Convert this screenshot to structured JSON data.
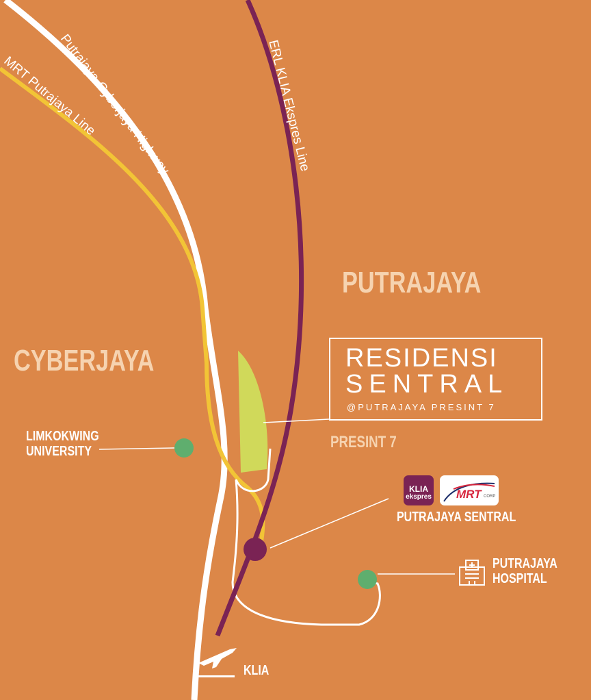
{
  "regions": {
    "putrajaya": "PUTRAJAYA",
    "cyberjaya": "CYBERJAYA",
    "presint7": "PRESINT 7"
  },
  "routes": {
    "highway": "Putrajaya-Cyberjaya Highway",
    "mrt": "MRT Putrajaya Line",
    "erl": "ERL KLIA Ekspres Line"
  },
  "project": {
    "line1": "RESIDENSI",
    "line2": "SENTRAL",
    "line3": "@PUTRAJAYA PRESINT 7"
  },
  "places": {
    "limkokwing": [
      "LIMKOKWING",
      "UNIVERSITY"
    ],
    "sentral": "PUTRAJAYA SENTRAL",
    "hospital": [
      "PUTRAJAYA",
      "HOSPITAL"
    ],
    "klia": "KLIA"
  },
  "logos": {
    "klia_top": "KLIA",
    "klia_bottom": "ekspres",
    "mrt": "MRT",
    "mrt_corp": "CORP"
  },
  "colors": {
    "background": "#DC8748",
    "erl": "#7A2354",
    "mrt": "#F2C436",
    "road": "#FFFFFF",
    "poi": "#5FAE6E",
    "site": "#D0D95A"
  }
}
